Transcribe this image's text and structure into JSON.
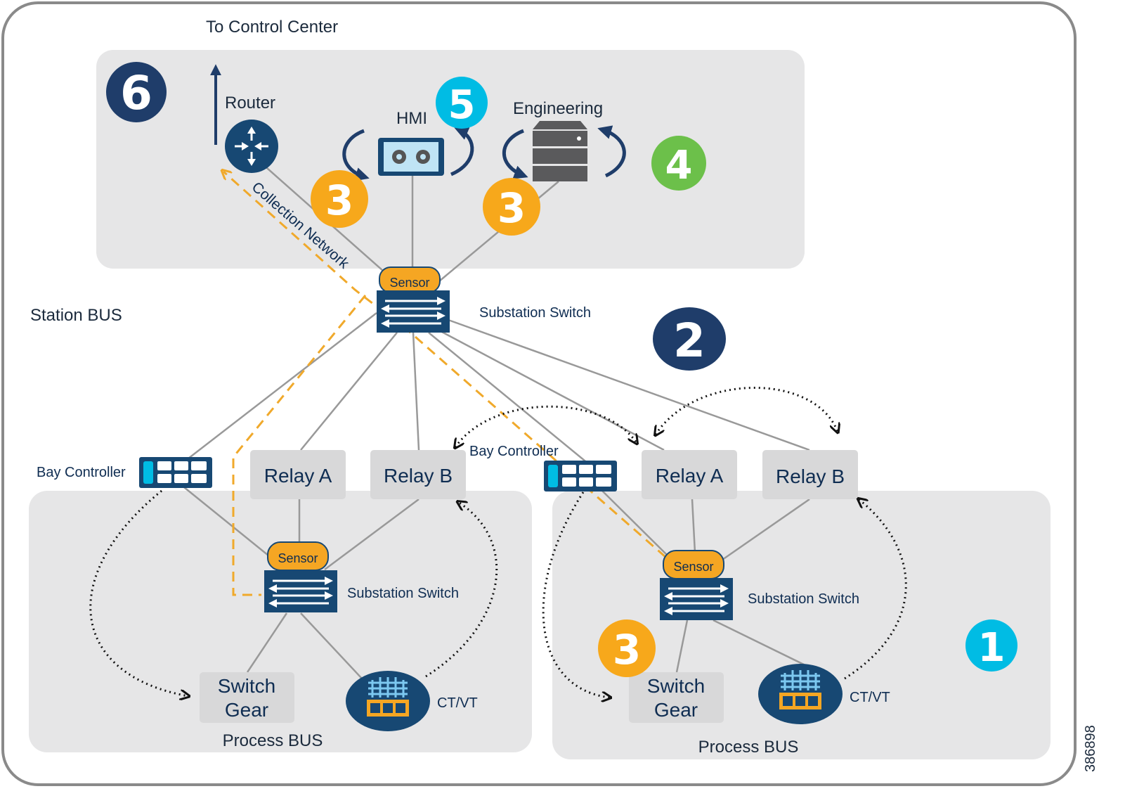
{
  "colors": {
    "panel": "#e6e6e7",
    "navy": "#1f3d6a",
    "deep_blue": "#174873",
    "sensor": "#f5a623",
    "orange_badge": "#f7a81b",
    "cyan_badge": "#00bce4",
    "green_badge": "#6cc04a",
    "link_gray": "#999999",
    "dashed": "#f0a92b",
    "relay_box": "#d8d8d9",
    "border": "#8a8a8a"
  },
  "labels": {
    "to_control_center": "To Control Center",
    "router": "Router",
    "hmi": "HMI",
    "engineering": "Engineering",
    "collection_network": "Collection Network",
    "station_bus": "Station BUS",
    "process_bus_left": "Process BUS",
    "process_bus_right": "Process BUS",
    "figure_id": "386898"
  },
  "switches": {
    "main": {
      "label": "Substation Switch",
      "sensor": "Sensor"
    },
    "left": {
      "label": "Substation Switch",
      "sensor": "Sensor"
    },
    "right": {
      "label": "Substation Switch",
      "sensor": "Sensor"
    }
  },
  "bays": {
    "left": {
      "bay_controller": "Bay Controller",
      "relay_a": "Relay A",
      "relay_b": "Relay B",
      "switch_gear_line1": "Switch",
      "switch_gear_line2": "Gear",
      "ctvt": "CT/VT"
    },
    "right": {
      "bay_controller": "Bay Controller",
      "relay_a": "Relay A",
      "relay_b": "Relay B",
      "switch_gear_line1": "Switch",
      "switch_gear_line2": "Gear",
      "ctvt": "CT/VT"
    }
  },
  "badges": {
    "b1": "1",
    "b2": "2",
    "b3_hmi": "3",
    "b3_eng": "3",
    "b3_bay": "3",
    "b4": "4",
    "b5": "5",
    "b6": "6"
  },
  "icons": {
    "router": "router-icon",
    "hmi": "hmi-screen-gears-icon",
    "engineering": "server-icon",
    "switch": "switch-arrows-icon",
    "bay_controller": "bay-controller-icon",
    "ctvt": "transformer-icon"
  }
}
